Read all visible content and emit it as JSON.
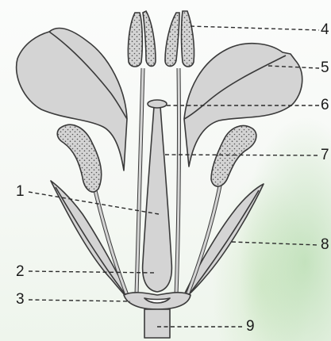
{
  "labels": {
    "n1": "1",
    "n2": "2",
    "n3": "3",
    "n4": "4",
    "n5": "5",
    "n6": "6",
    "n7": "7",
    "n8": "8",
    "n9": "9"
  },
  "colors": {
    "fill": "#d4d4d4",
    "stroke": "#3a3a3a",
    "dots": "#555555",
    "background_tint": "#b7dcae"
  }
}
